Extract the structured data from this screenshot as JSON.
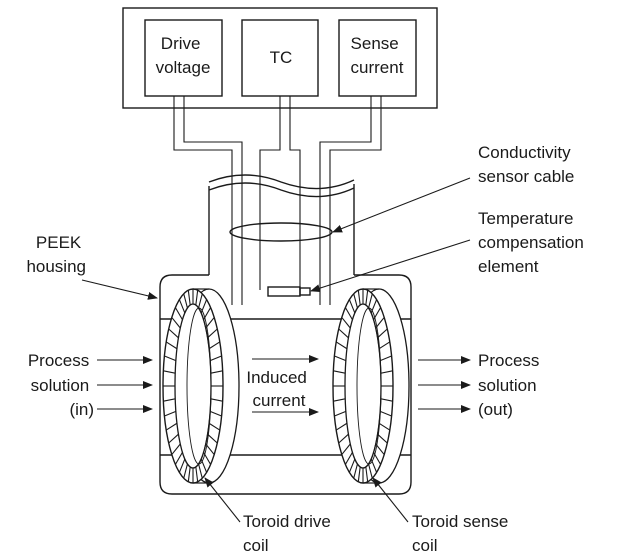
{
  "boxes": {
    "drive_voltage": [
      "Drive",
      "voltage"
    ],
    "tc": [
      "TC"
    ],
    "sense_current": [
      "Sense",
      "current"
    ]
  },
  "labels": {
    "sensor_cable": [
      "Conductivity",
      "sensor cable"
    ],
    "temp_element": [
      "Temperature",
      "compensation",
      "element"
    ],
    "peek_housing": [
      "PEEK",
      "housing"
    ],
    "process_in": [
      "Process",
      "solution",
      "(in)"
    ],
    "induced_current": [
      "Induced",
      "current"
    ],
    "process_out": [
      "Process",
      "solution",
      "(out)"
    ],
    "drive_coil": [
      "Toroid drive",
      "coil"
    ],
    "sense_coil": [
      "Toroid sense",
      "coil"
    ]
  }
}
